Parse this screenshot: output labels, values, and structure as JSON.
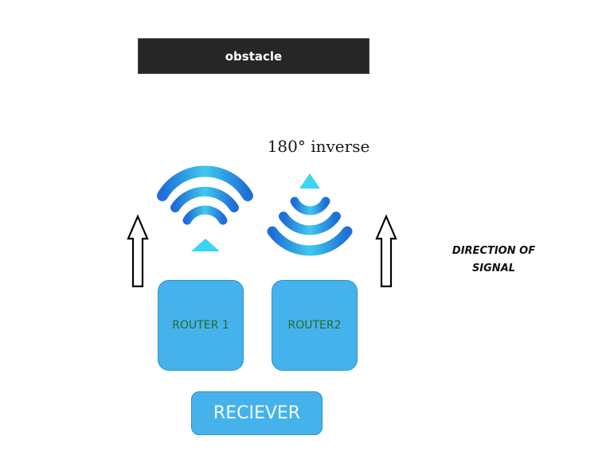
{
  "obstacle": {
    "label": "obstacle"
  },
  "caption": "180° inverse",
  "direction": {
    "line1": "DIRECTION OF",
    "line2": "SIGNAL"
  },
  "routers": [
    {
      "label": "ROUTER 1"
    },
    {
      "label": "ROUTER2"
    }
  ],
  "receiver": {
    "label": "RECIEVER"
  },
  "icons": [
    "wifi-icon",
    "wifi-inverse-icon",
    "up-arrow-icon"
  ],
  "colors": {
    "box_fill": "#45b2ec",
    "box_border": "#2f8fca",
    "router_text": "#2a6a28",
    "obstacle_fill": "#262626",
    "wifi_dark": "#1f6fd6",
    "wifi_light": "#39d3f0"
  }
}
